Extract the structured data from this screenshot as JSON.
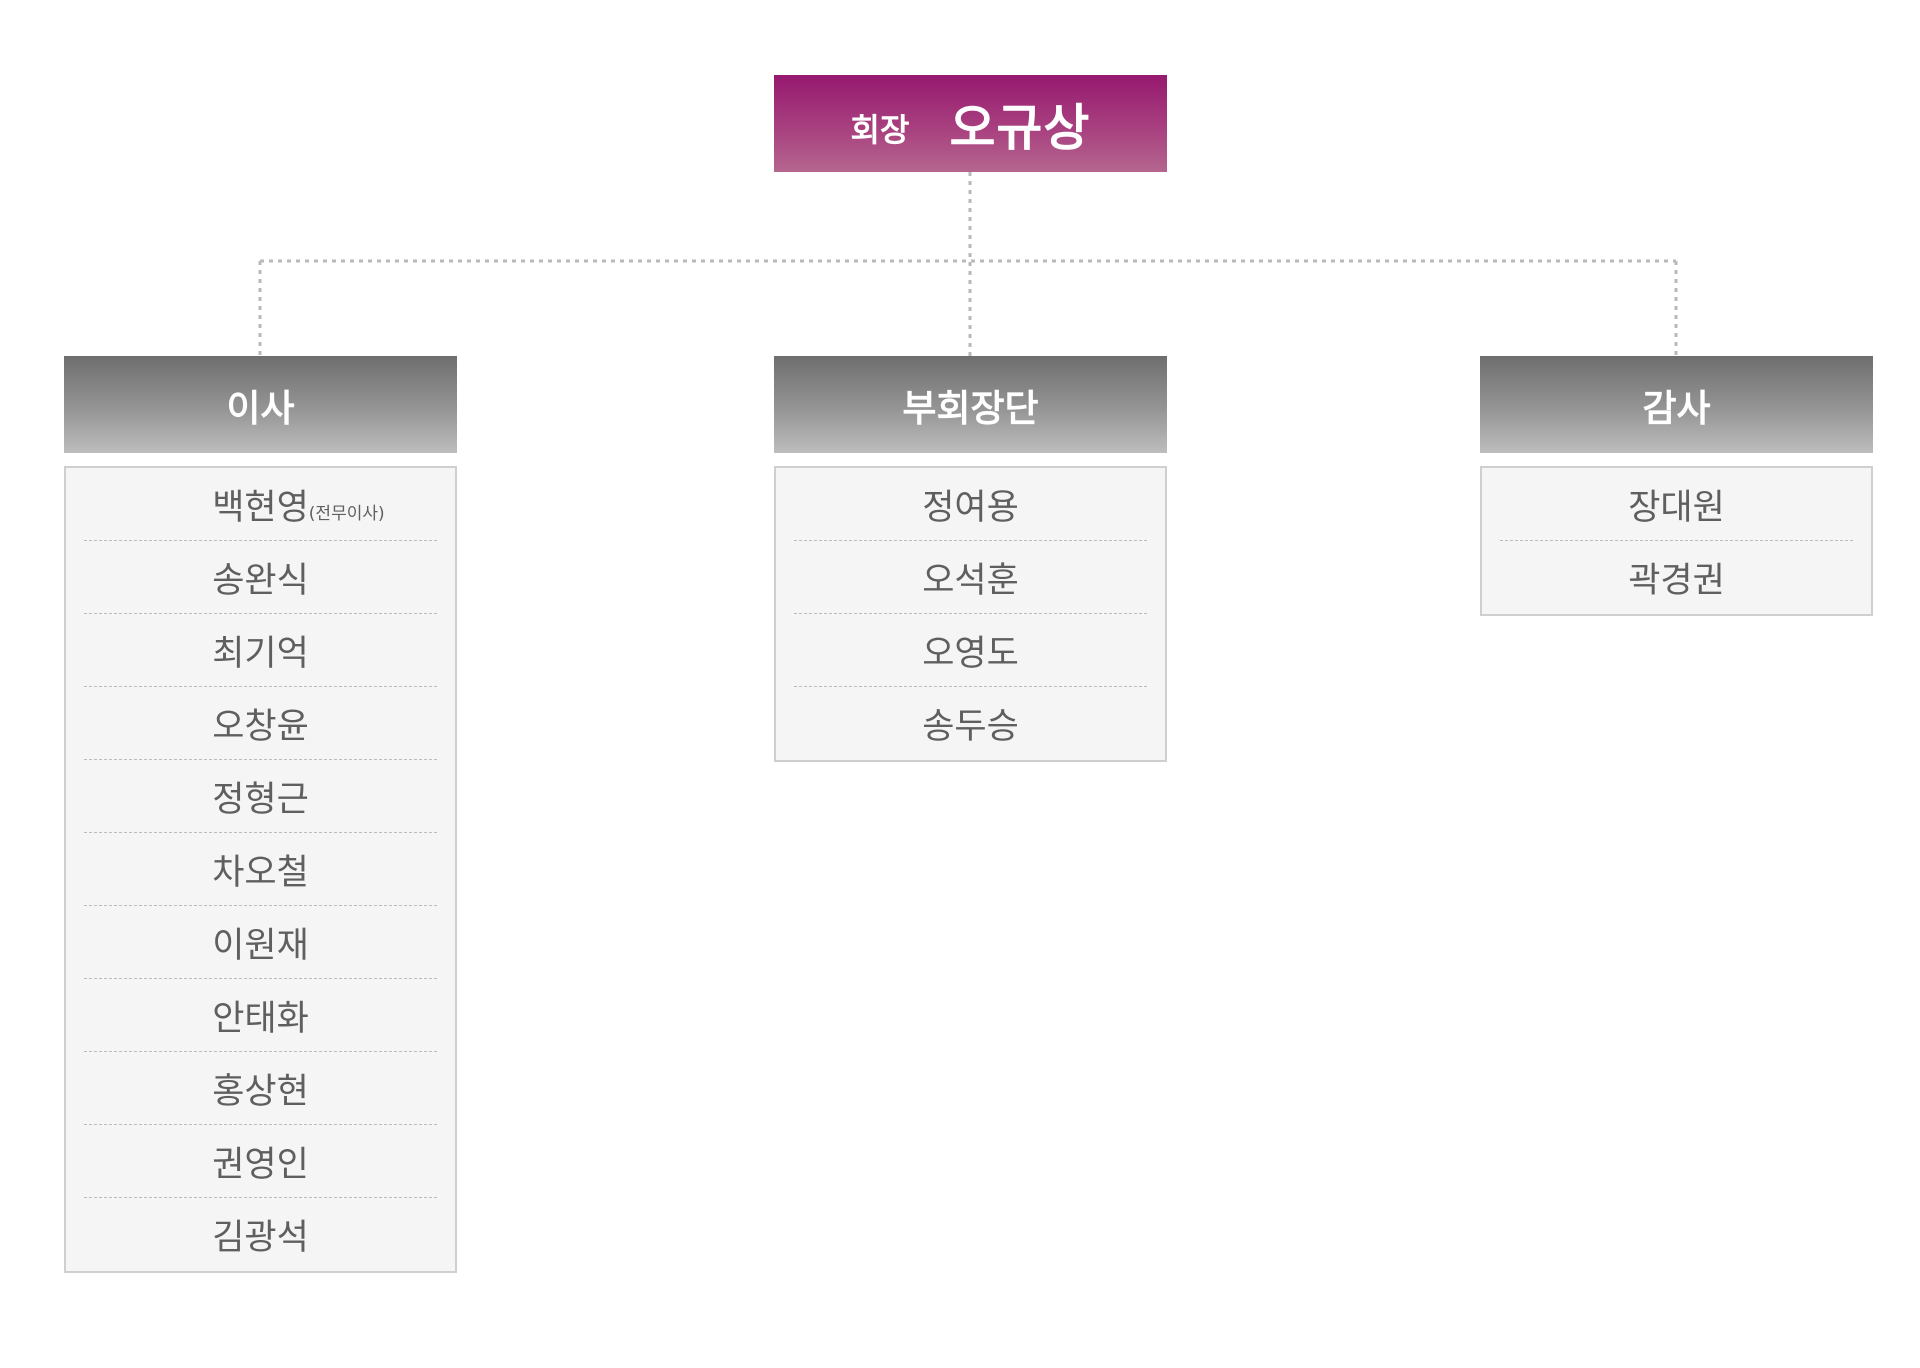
{
  "chairman": {
    "title": "회장",
    "name": "오규상"
  },
  "colors": {
    "chairman_top": "#96196f",
    "chairman_bottom": "#b4668f",
    "header_top": "#6e6e6e",
    "header_bottom": "#bdbdbd",
    "list_background": "#f5f5f5",
    "connector": "#b9b9b9",
    "member_text": "#5f5f5f"
  },
  "groups": [
    {
      "title": "이사",
      "members": [
        {
          "name": "백현영",
          "note": "(전무이사)"
        },
        {
          "name": "송완식",
          "note": ""
        },
        {
          "name": "최기억",
          "note": ""
        },
        {
          "name": "오창윤",
          "note": ""
        },
        {
          "name": "정형근",
          "note": ""
        },
        {
          "name": "차오철",
          "note": ""
        },
        {
          "name": "이원재",
          "note": ""
        },
        {
          "name": "안태화",
          "note": ""
        },
        {
          "name": "홍상현",
          "note": ""
        },
        {
          "name": "권영인",
          "note": ""
        },
        {
          "name": "김광석",
          "note": ""
        }
      ]
    },
    {
      "title": "부회장단",
      "members": [
        {
          "name": "정여용",
          "note": ""
        },
        {
          "name": "오석훈",
          "note": ""
        },
        {
          "name": "오영도",
          "note": ""
        },
        {
          "name": "송두승",
          "note": ""
        }
      ]
    },
    {
      "title": "감사",
      "members": [
        {
          "name": "장대원",
          "note": ""
        },
        {
          "name": "곽경권",
          "note": ""
        }
      ]
    }
  ]
}
